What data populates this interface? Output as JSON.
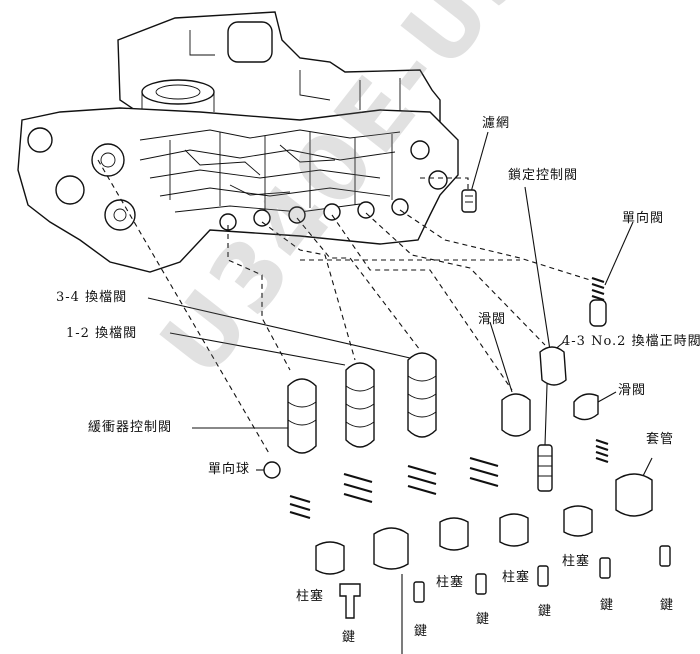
{
  "labels": {
    "filter_screen": "濾網",
    "lockup_control_valve": "鎖定控制閥",
    "check_valve_right": "單向閥",
    "shift_valve_3_4": "3-4 換檔閥",
    "shift_valve_1_2": "1-2 換檔閥",
    "slide_valve_center": "滑閥",
    "timing_valve_4_3": "4-3 No.2 換檔正時閥",
    "slide_valve_right": "滑閥",
    "accumulator_control_valve": "緩衝器控制閥",
    "sleeve": "套管",
    "check_ball": "單向球",
    "plug_1": "柱塞",
    "plug_2": "柱塞",
    "plug_3": "柱塞",
    "plug_4": "柱塞",
    "key_1": "鍵",
    "key_2": "鍵",
    "key_3": "鍵",
    "key_4": "鍵",
    "key_5": "鍵",
    "key_6": "鍵"
  },
  "watermark": "U340E-U341E"
}
